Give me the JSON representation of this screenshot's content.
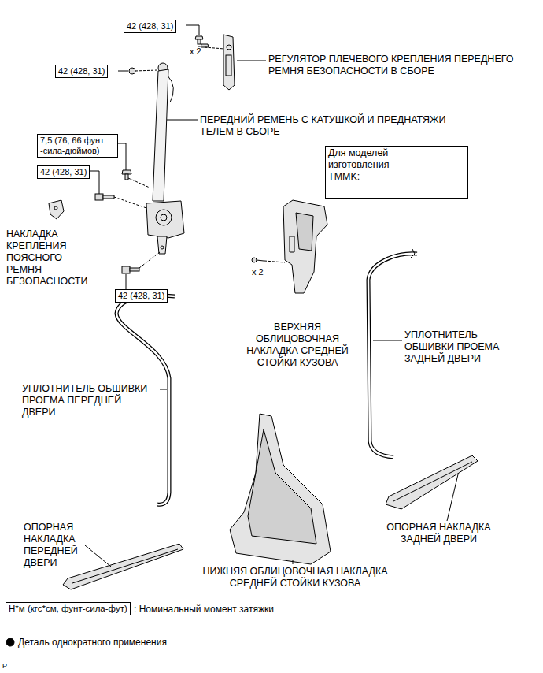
{
  "diagram": {
    "nodes": [
      {
        "text": [
          "42 (428, 31)"
        ]
      },
      {
        "text": [
          "42 (428, 31)"
        ]
      },
      {
        "text": [
          "7,5 (76, 66 фунт -сила-дюймов)"
        ]
      },
      {
        "text": [
          "42 (428, 31)"
        ]
      },
      {
        "text": [
          "Для моделей изготовления TMMK:"
        ]
      },
      {
        "text": [
          "42 (428, 31)"
        ]
      },
      {
        "text": [
          "Н*м (кгс*см, фунт-сила-фут)"
        ]
      }
    ],
    "labels": [
      "x 2",
      "РЕГУЛЯТОР ПЛЕЧЕВОГО КРЕПЛЕНИЯ ПЕРЕДНЕГО РЕМНЯ БЕЗОПАСНОСТИ В СБОРЕ",
      "ПЕРЕДНИЙ РЕМЕНЬ С КАТУШКОЙ И ПРЕДНАТЯЖИ ТЕЛЕМ В СБОРЕ",
      "НАКЛАДКА КРЕПЛЕНИЯ ПОЯСНОГО РЕМНЯ БЕЗОПАСНОСТИ",
      "x 2",
      "ВЕРХНЯЯ ОБЛИЦОВОЧНАЯ НАКЛАДКА СРЕДНЕЙ СТОЙКИ КУЗОВА",
      "УПЛОТНИТЕЛЬ ОБШИВКИ ПРОЕМА ЗАДНЕЙ ДВЕРИ",
      "УПЛОТНИТЕЛЬ ОБШИВКИ ПРОЕМА ПЕРЕДНЕЙ ДВЕРИ",
      "ОПОРНАЯ НАКЛАДКА ПЕРЕДНЕЙ ДВЕРИ",
      "ОПОРНАЯ НАКЛАДКА ЗАДНЕЙ ДВЕРИ",
      "НИЖНЯЯ ОБЛИЦОВОЧНАЯ НАКЛАДКА СРЕДНЕЙ СТОЙКИ КУЗОВА",
      "P"
    ],
    "legend": [
      {
        "text": ": Номинальный момент затяжки"
      },
      {
        "text": "Деталь однократного применения"
      }
    ]
  }
}
